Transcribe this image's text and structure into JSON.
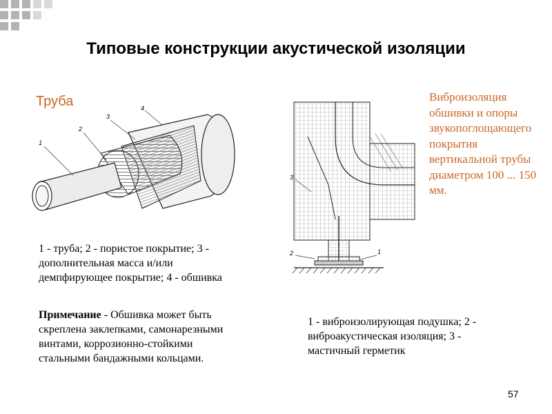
{
  "title": "Типовые конструкции акустической изоляции",
  "subheading": "Труба",
  "side_note": "Виброизоляция обшивки и опоры звукопоглощающего покрытия вертикальной трубы диаметром 100 ... 150 мм.",
  "caption_pipe": "1 - труба; 2 - пористое покрытие; 3 - дополнительная масса и/или демпфирующее покрытие; 4 - обшивка",
  "note": {
    "label": "Примечание",
    "text": " - Обшивка может быть скреплена заклепками, самонарезными винтами, коррозионно-стойкими стальными бандажными кольцами."
  },
  "caption_vertical": "1 - виброизолирующая подушка; 2 - виброакустическая изоляция; 3 - мастичный герметик",
  "page_number": "57",
  "figure_pipe": {
    "labels": [
      "1",
      "2",
      "3",
      "4"
    ]
  },
  "figure_vertical": {
    "labels": [
      "3",
      "2",
      "1"
    ]
  },
  "colors": {
    "accent": "#cc6622",
    "deco_square": "#b3b3b3"
  }
}
